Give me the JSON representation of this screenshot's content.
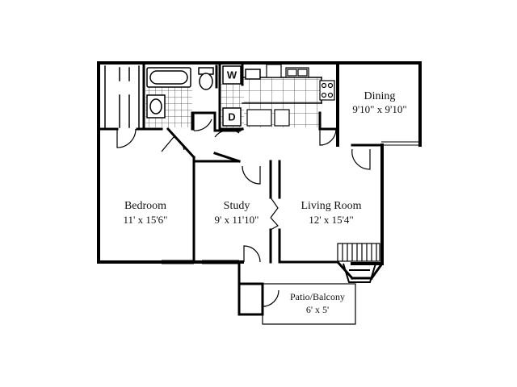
{
  "rooms": {
    "dining": {
      "name": "Dining",
      "dims": "9'10\" x 9'10\""
    },
    "bedroom": {
      "name": "Bedroom",
      "dims": "11' x 15'6\""
    },
    "study": {
      "name": "Study",
      "dims": "9' x 11'10\""
    },
    "living": {
      "name": "Living Room",
      "dims": "12' x 15'4\""
    },
    "patio": {
      "name": "Patio/Balcony",
      "dims": "6' x 5'"
    }
  },
  "appliances": {
    "washer": "W",
    "dryer": "D"
  }
}
